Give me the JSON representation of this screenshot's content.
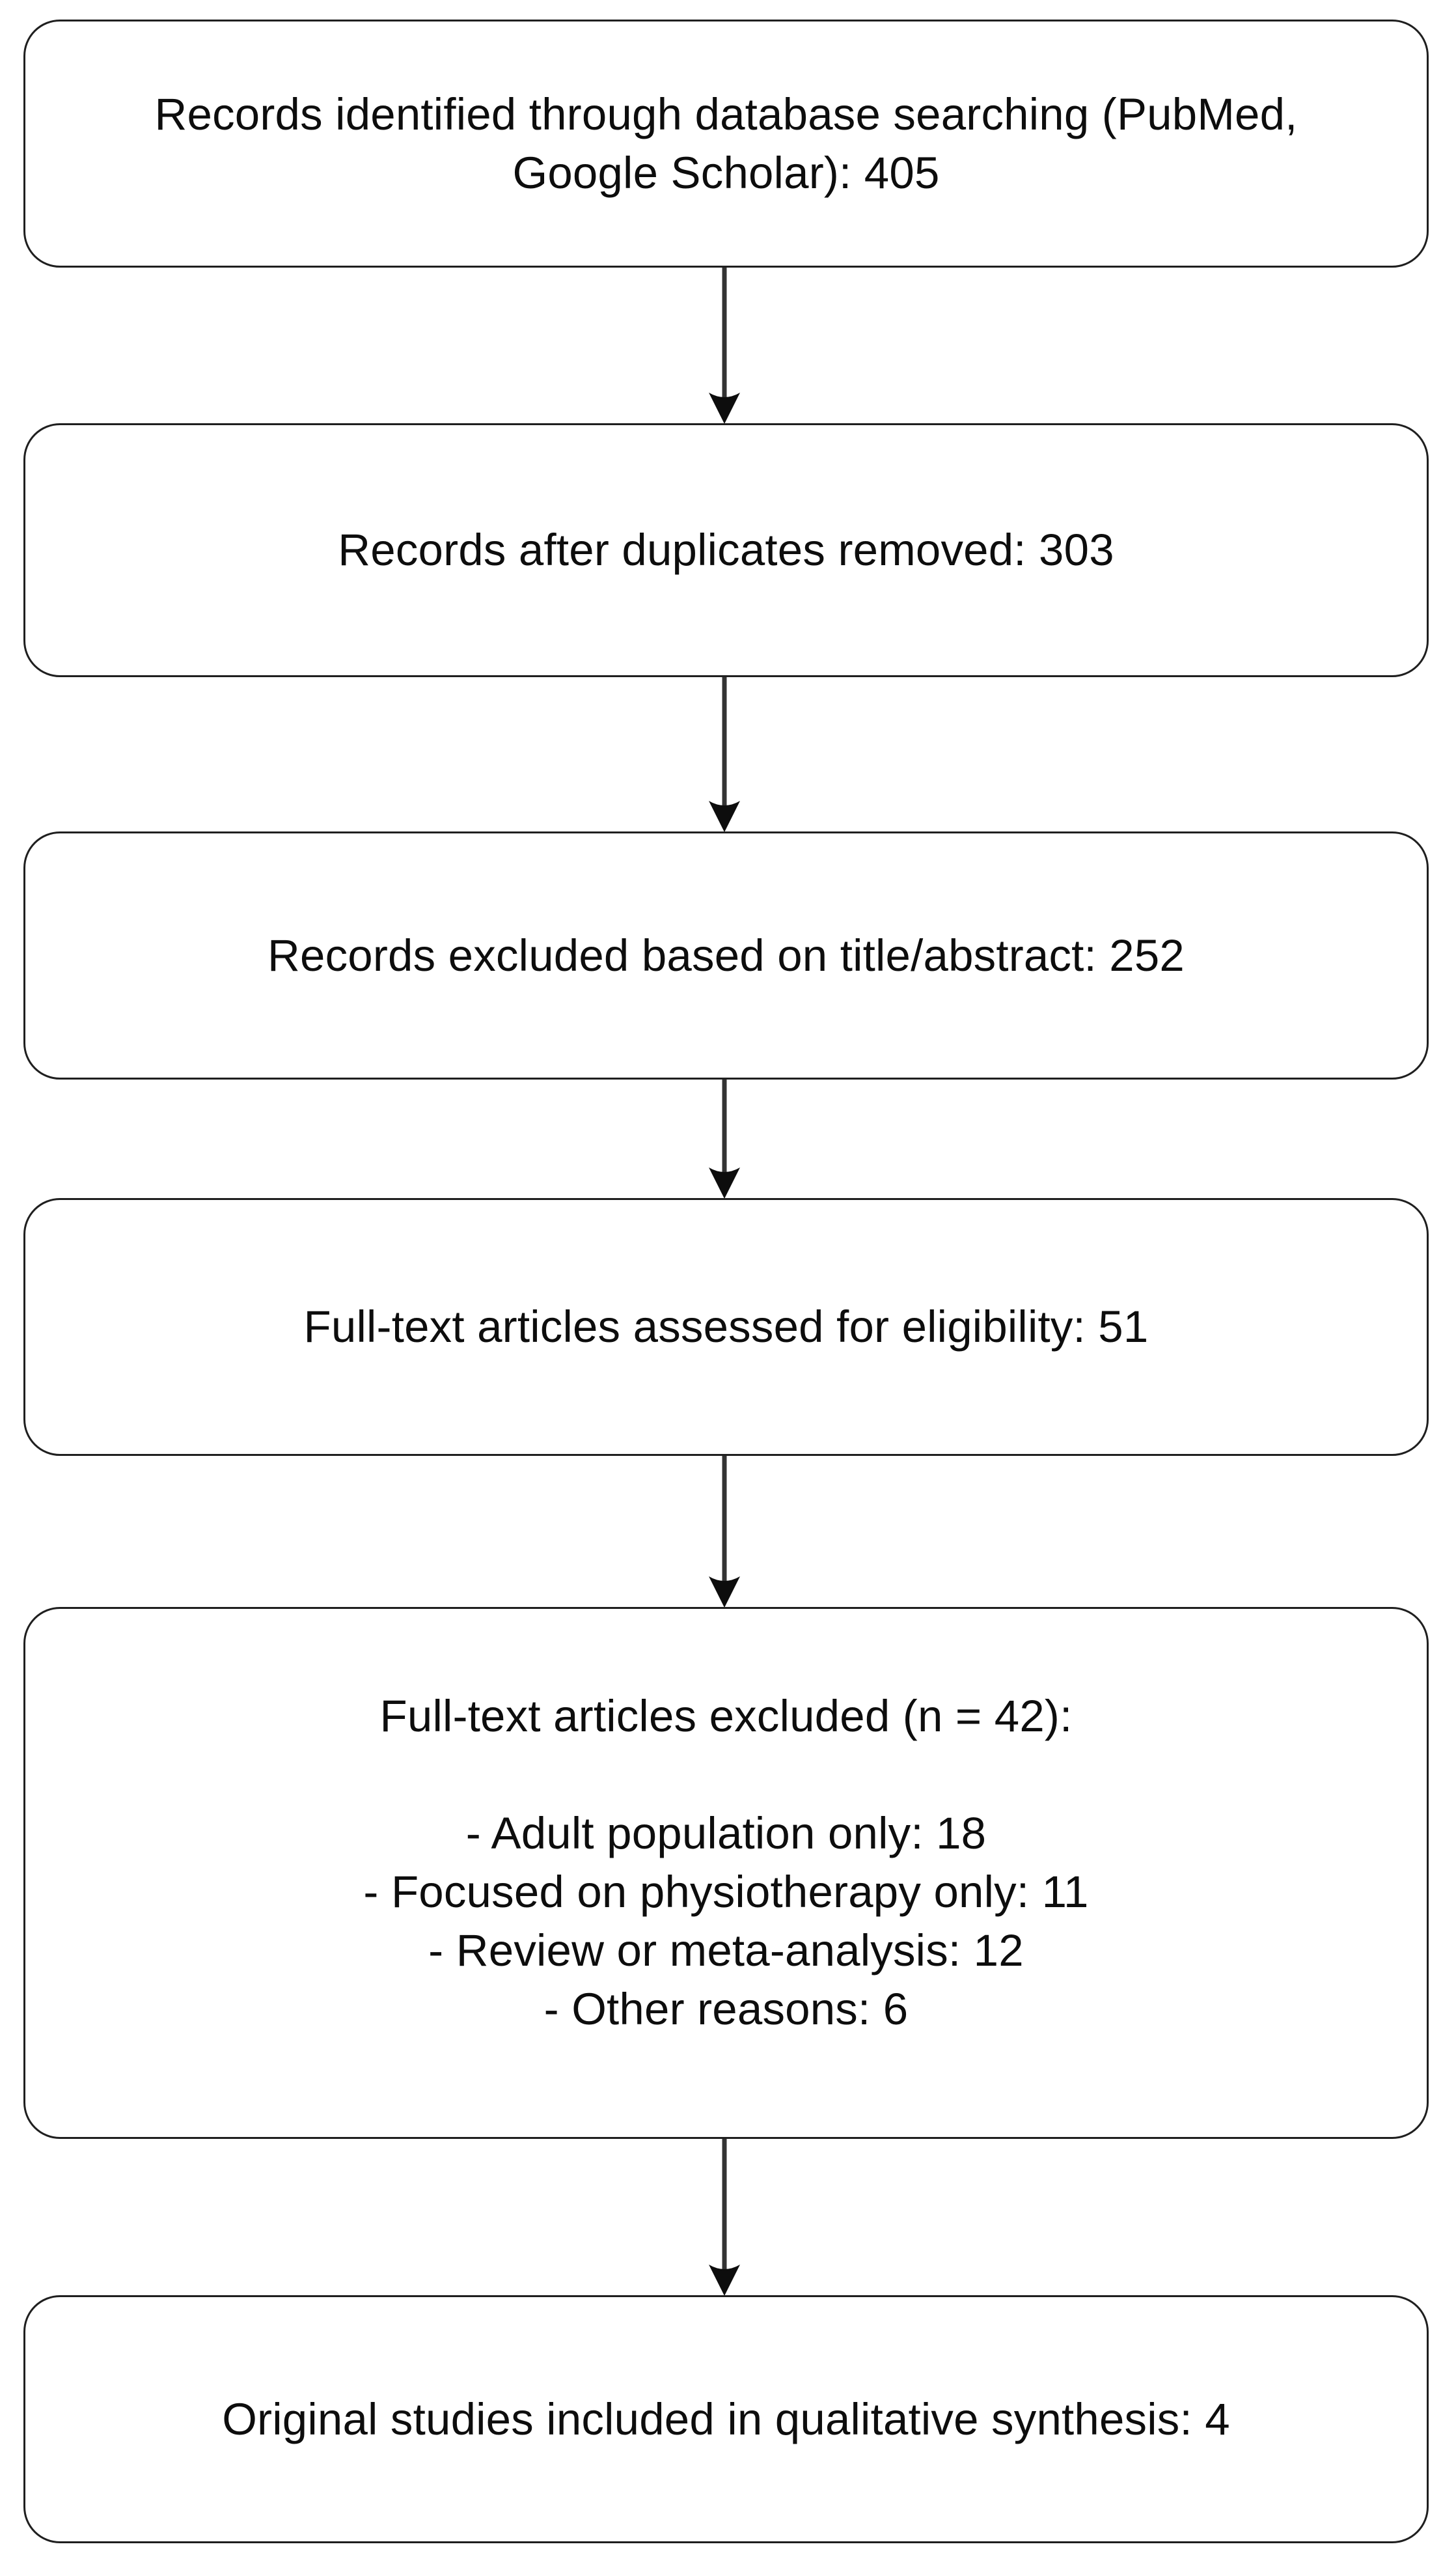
{
  "diagram": {
    "type": "prisma-flow-diagram",
    "orientation": "top-to-bottom",
    "box_border_color": "#1f1f1f",
    "box_fill_color": "#ffffff",
    "text_color": "#0d0d0d",
    "arrow_color": "#333333"
  },
  "nodes": {
    "identified": {
      "line1": "Records identified through database searching (PubMed,",
      "line2": "Google Scholar): 405",
      "count": 405
    },
    "duplicates_removed": {
      "text": "Records after duplicates removed: 303",
      "count": 303
    },
    "excluded_title_abstract": {
      "text": "Records excluded based on title/abstract: 252",
      "count": 252
    },
    "fulltext_assessed": {
      "text": "Full-text articles assessed for eligibility: 51",
      "count": 51
    },
    "fulltext_excluded": {
      "heading": "Full-text articles excluded (n = 42):",
      "count": 42,
      "reasons": [
        {
          "label": "- Adult population only: 18",
          "count": 18
        },
        {
          "label": "- Focused on physiotherapy only: 11",
          "count": 11
        },
        {
          "label": "- Review or meta-analysis: 12",
          "count": 12
        },
        {
          "label": "- Other reasons: 6",
          "count": 6
        }
      ]
    },
    "included": {
      "text": "Original studies included in qualitative synthesis: 4",
      "count": 4
    }
  },
  "connectors": [
    {
      "name": "identified-to-duplicates",
      "from": "identified",
      "to": "duplicates_removed"
    },
    {
      "name": "duplicates-to-excluded",
      "from": "duplicates_removed",
      "to": "excluded_title_abstract"
    },
    {
      "name": "excluded-to-fulltext",
      "from": "excluded_title_abstract",
      "to": "fulltext_assessed"
    },
    {
      "name": "fulltext-to-ftexcluded",
      "from": "fulltext_assessed",
      "to": "fulltext_excluded"
    },
    {
      "name": "ftexcluded-to-included",
      "from": "fulltext_excluded",
      "to": "included"
    }
  ]
}
